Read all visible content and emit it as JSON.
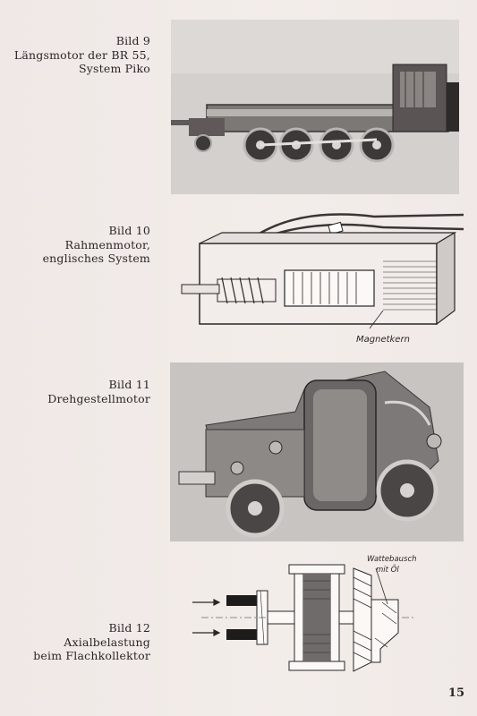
{
  "figures": [
    {
      "caption": [
        "Bild 9",
        "Längsmotor der BR 55,",
        "System Piko"
      ],
      "image": "locomotive-chassis-photo"
    },
    {
      "caption": [
        "Bild 10",
        "Rahmenmotor,",
        "englisches System"
      ],
      "image": "frame-motor-drawing",
      "annotation": "Magnetkern"
    },
    {
      "caption": [
        "Bild 11",
        "Drehgestellmotor"
      ],
      "image": "bogie-motor-photo"
    },
    {
      "caption": [
        "Bild 12",
        "Axialbelastung",
        "beim Flachkollektor"
      ],
      "image": "axial-load-diagram",
      "annotation": [
        "Wattebausch",
        "mit Öl"
      ]
    }
  ],
  "page_number": "15"
}
